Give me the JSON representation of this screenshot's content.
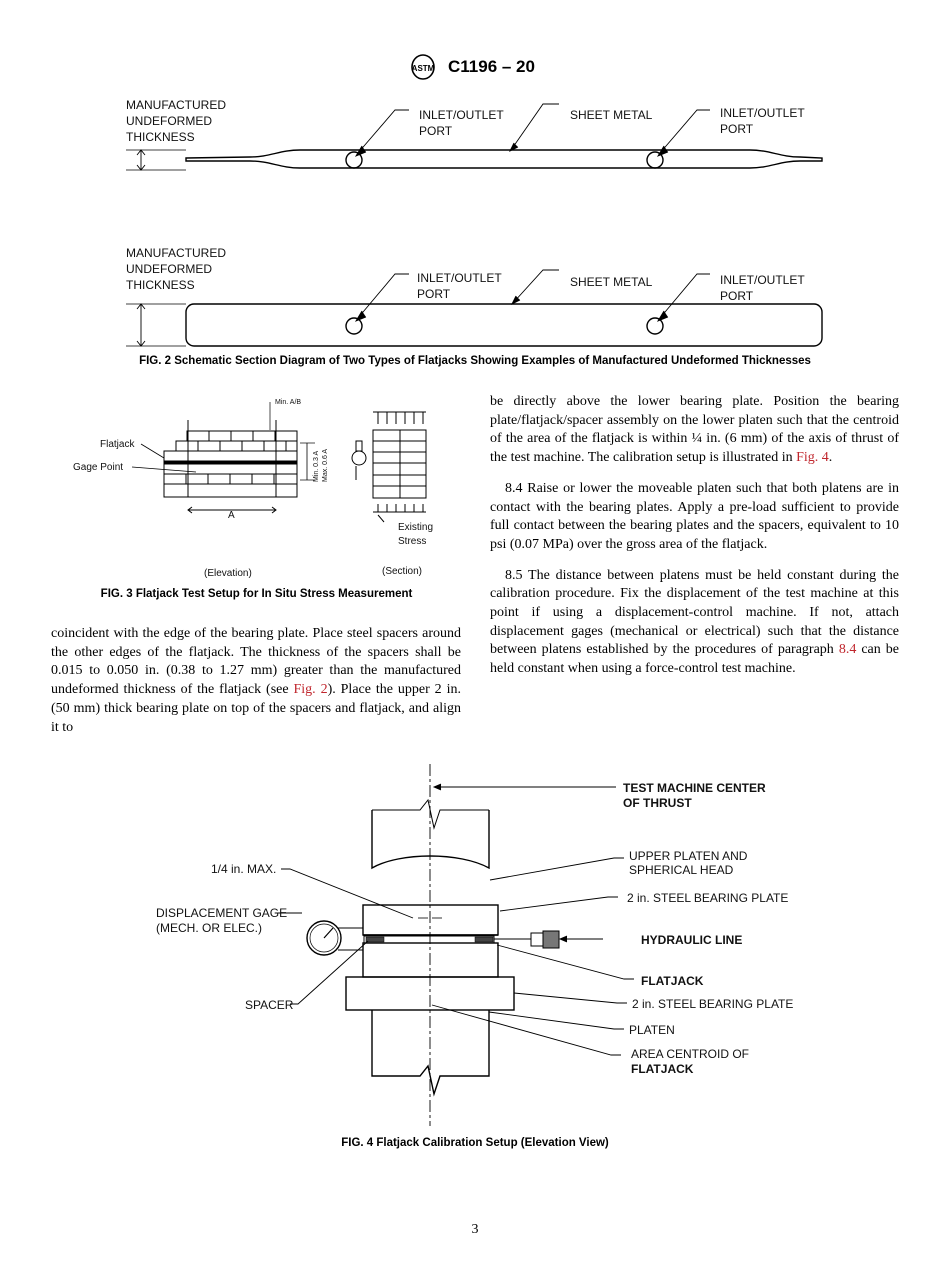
{
  "header": {
    "logo_text": "ASTM",
    "designation": "C1196 – 20"
  },
  "fig2": {
    "label_thickness": [
      "MANUFACTURED",
      "UNDEFORMED",
      "THICKNESS"
    ],
    "label_port": [
      "INLET/OUTLET",
      "PORT"
    ],
    "label_sheet": "SHEET METAL",
    "caption": "FIG. 2 Schematic Section Diagram of Two Types of Flatjacks Showing Examples of Manufactured Undeformed Thicknesses"
  },
  "fig3": {
    "min_ab": "Min. A/B",
    "flatjack": "Flatjack",
    "gage_point": "Gage Point",
    "min_03a": "Min. 0.3 A",
    "max_06a": "Max. 0.6 A",
    "a_label": "A",
    "existing_stress": [
      "Existing",
      "Stress"
    ],
    "elevation": "(Elevation)",
    "section": "(Section)",
    "caption": "FIG. 3 Flatjack Test Setup for In Situ Stress Measurement"
  },
  "left_text": {
    "p1_a": "coincident with the edge of the bearing plate. Place steel spacers around the other edges of the flatjack. The thickness of the spacers shall be 0.015 to 0.050 in. (0.38 to 1.27 mm) greater than the manufactured undeformed thickness of the flatjack (see ",
    "p1_link": "Fig. 2",
    "p1_b": "). Place the upper 2 in. (50 mm) thick bearing plate on top of the spacers and flatjack, and align it to"
  },
  "right_text": {
    "p1_a": "be directly above the lower bearing plate. Position the bearing plate/flatjack/spacer assembly on the lower platen such that the centroid of the area of the flatjack is within ¼ in. (6 mm) of the axis of thrust of the test machine. The calibration setup is illustrated in ",
    "p1_link": "Fig. 4",
    "p1_b": ".",
    "p2": "8.4 Raise or lower the moveable platen such that both platens are in contact with the bearing plates. Apply a pre-load sufficient to provide full contact between the bearing plates and the spacers, equivalent to 10 psi (0.07 MPa) over the gross area of the flatjack.",
    "p3_a": "8.5 The distance between platens must be held constant during the calibration procedure. Fix the displacement of the test machine at this point if using a displacement-control machine. If not, attach displacement gages (mechanical or electrical) such that the distance between platens established by the procedures of paragraph ",
    "p3_link": "8.4",
    "p3_b": " can be held constant when using a force-control test machine."
  },
  "fig4": {
    "center_thrust": [
      "TEST MACHINE CENTER",
      "OF THRUST"
    ],
    "upper_platen": [
      "UPPER PLATEN AND",
      "SPHERICAL HEAD"
    ],
    "quarter_max": "1/4 in. MAX.",
    "bearing_plate": "2 in. STEEL BEARING PLATE",
    "disp_gage": [
      "DISPLACEMENT GAGE",
      "(MECH. OR ELEC.)"
    ],
    "hydraulic": "HYDRAULIC LINE",
    "flatjack": "FLATJACK",
    "spacer": "SPACER",
    "platen": "PLATEN",
    "centroid": [
      "AREA CENTROID OF",
      "FLATJACK"
    ],
    "caption": "FIG. 4  Flatjack Calibration Setup (Elevation View)"
  },
  "footer": {
    "page_number": "3"
  }
}
